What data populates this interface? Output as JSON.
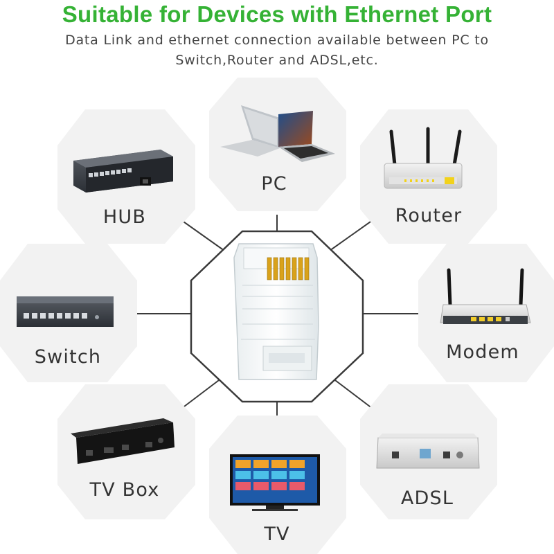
{
  "header": {
    "title": "Suitable for Devices with Ethernet Port",
    "subtitle_line1": "Data Link and ethernet connection available between PC to",
    "subtitle_line2": "Switch,Router and ADSL,etc."
  },
  "devices": {
    "hub": "HUB",
    "pc": "PC",
    "router": "Router",
    "switch": "Switch",
    "modem": "Modem",
    "tvbox": "TV Box",
    "tv": "TV",
    "adsl": "ADSL"
  },
  "colors": {
    "title": "#35b235",
    "octagon_fill": "#f2f2f2",
    "connector_line": "#3a3a3a"
  },
  "icons": {
    "hub": "hub-device-icon",
    "pc": "laptop-icon",
    "router": "router-icon",
    "switch": "switch-icon",
    "modem": "modem-icon",
    "tvbox": "tv-box-icon",
    "tv": "television-icon",
    "adsl": "adsl-modem-icon",
    "center": "rj45-connector-icon"
  }
}
